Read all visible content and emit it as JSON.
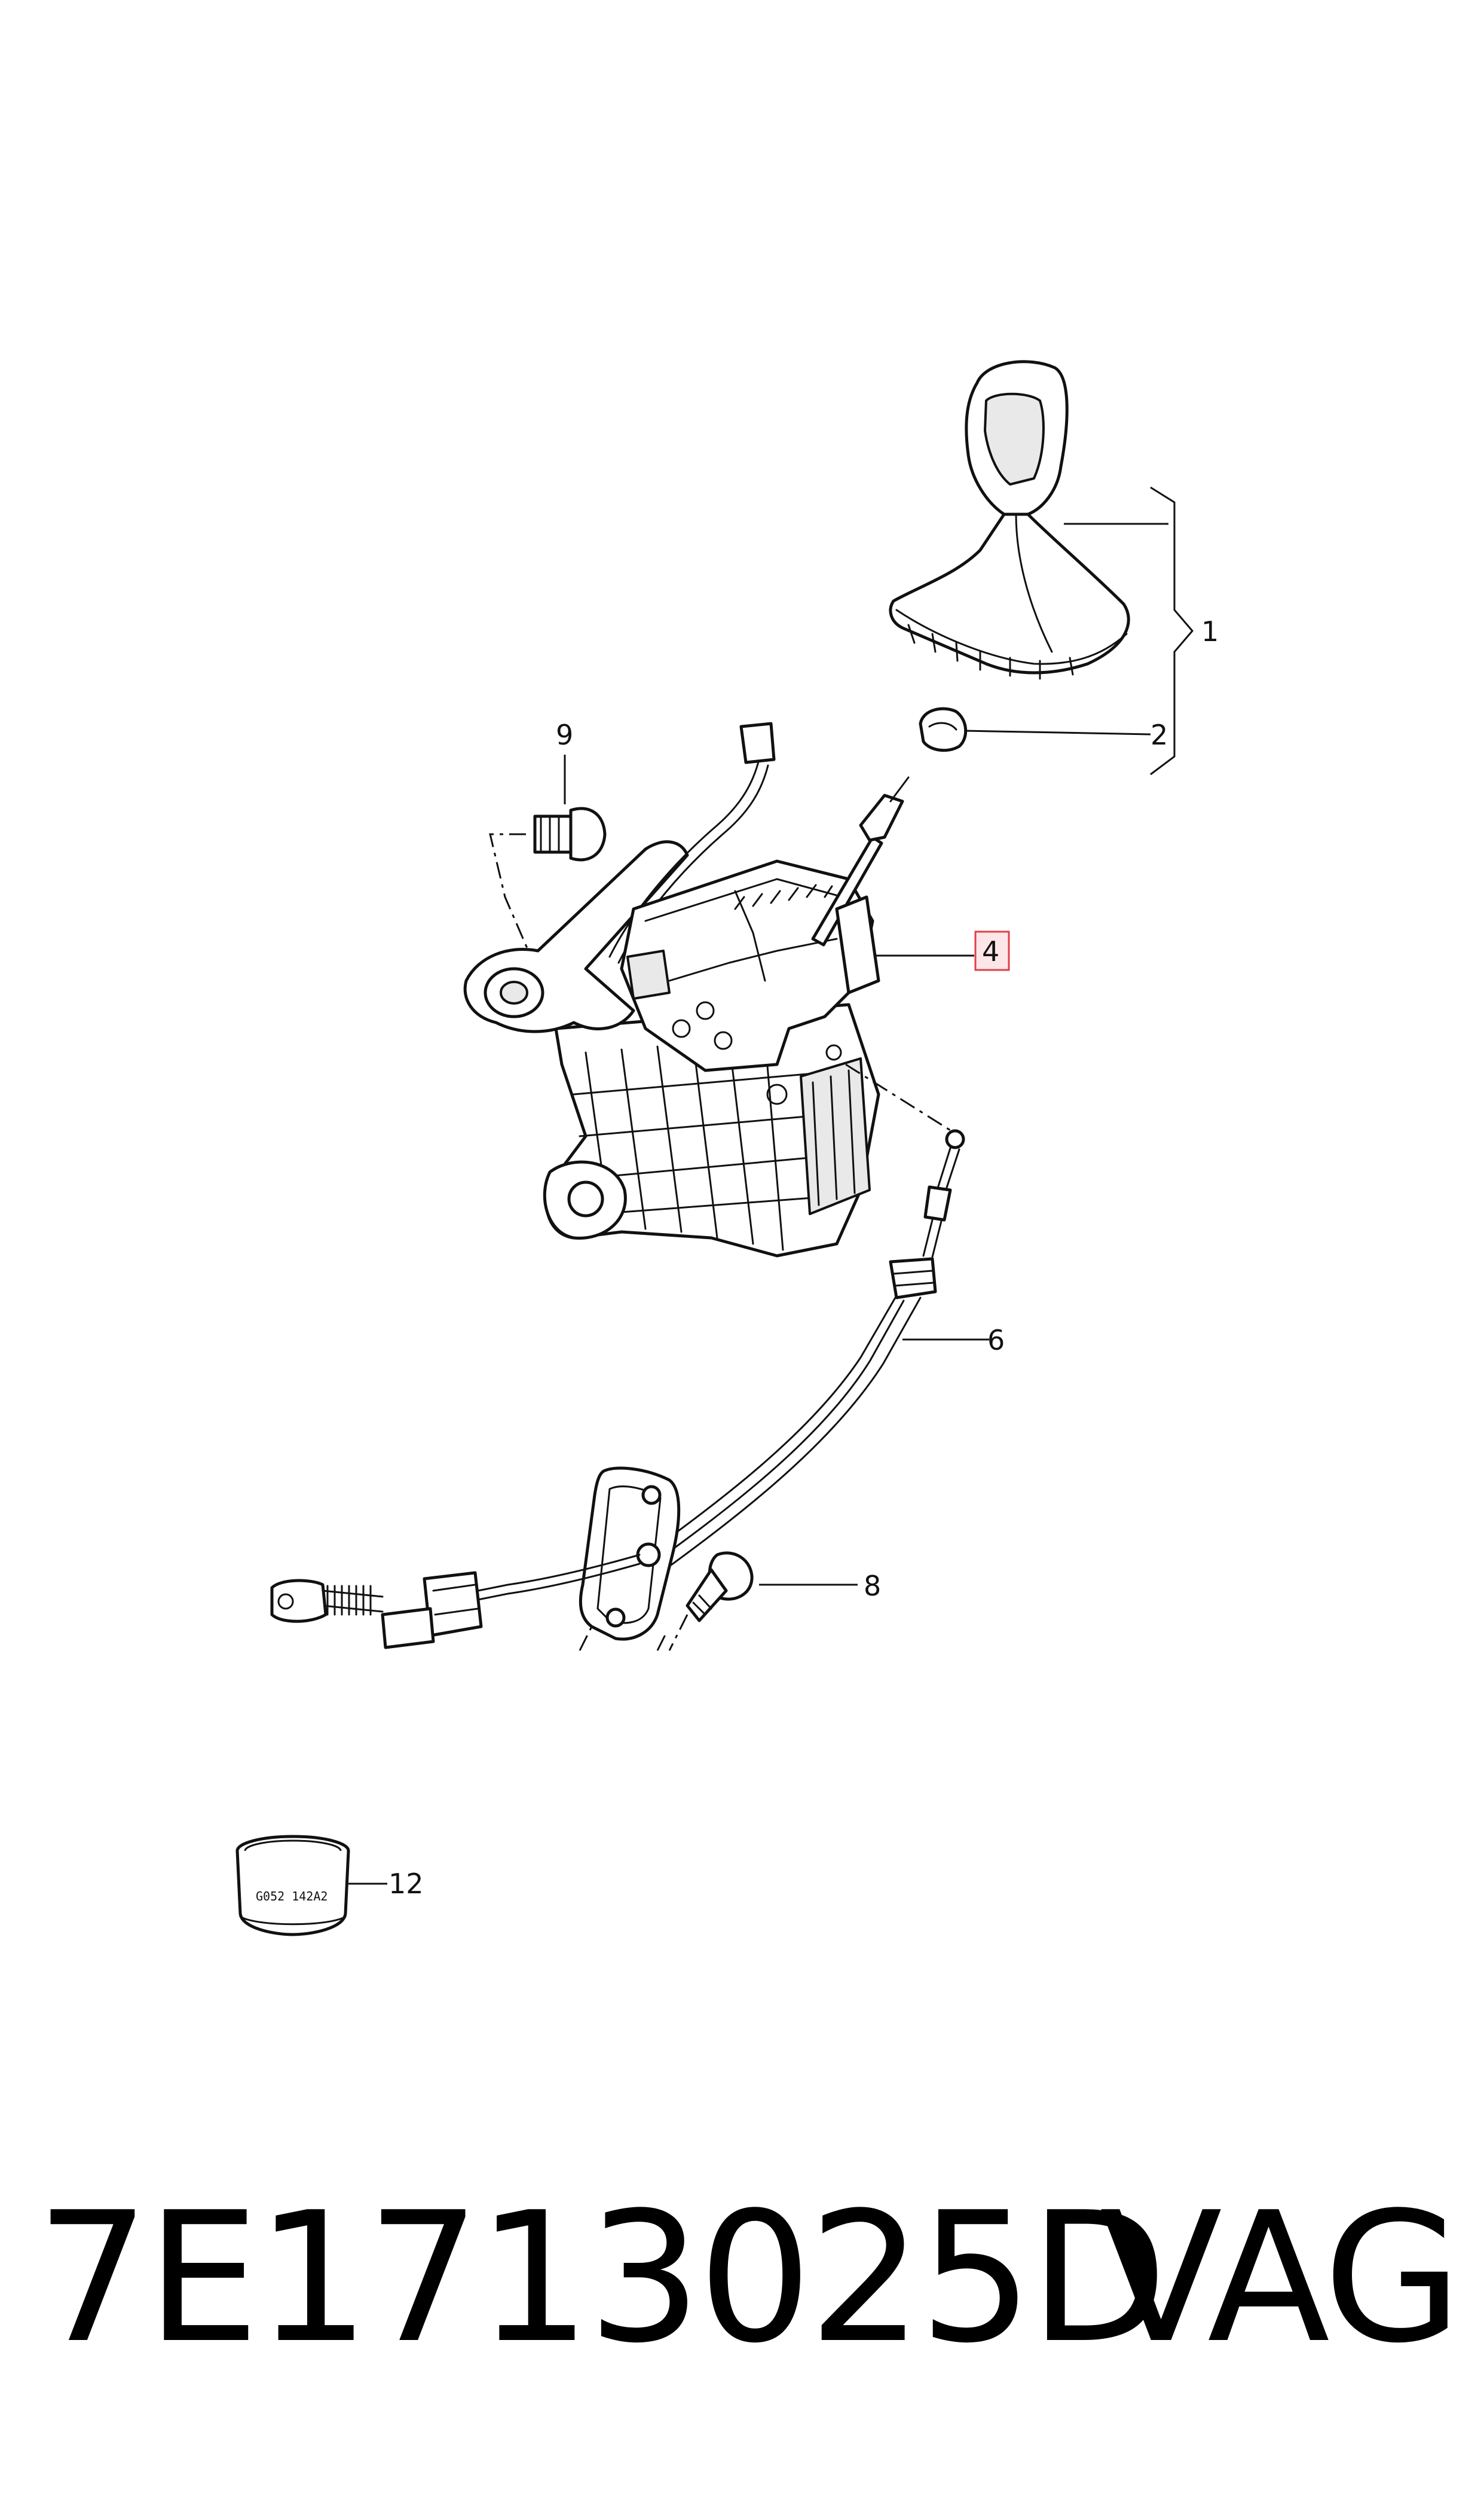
{
  "callouts": {
    "c1": "1",
    "c2": "2",
    "c4": "4",
    "c6": "6",
    "c8": "8",
    "c9": "9",
    "c12": "12"
  },
  "sleeve_marking": "G052 142A2",
  "part_number": "7E1713025D",
  "brand": "VAG",
  "highlight_color": "#e0404a"
}
